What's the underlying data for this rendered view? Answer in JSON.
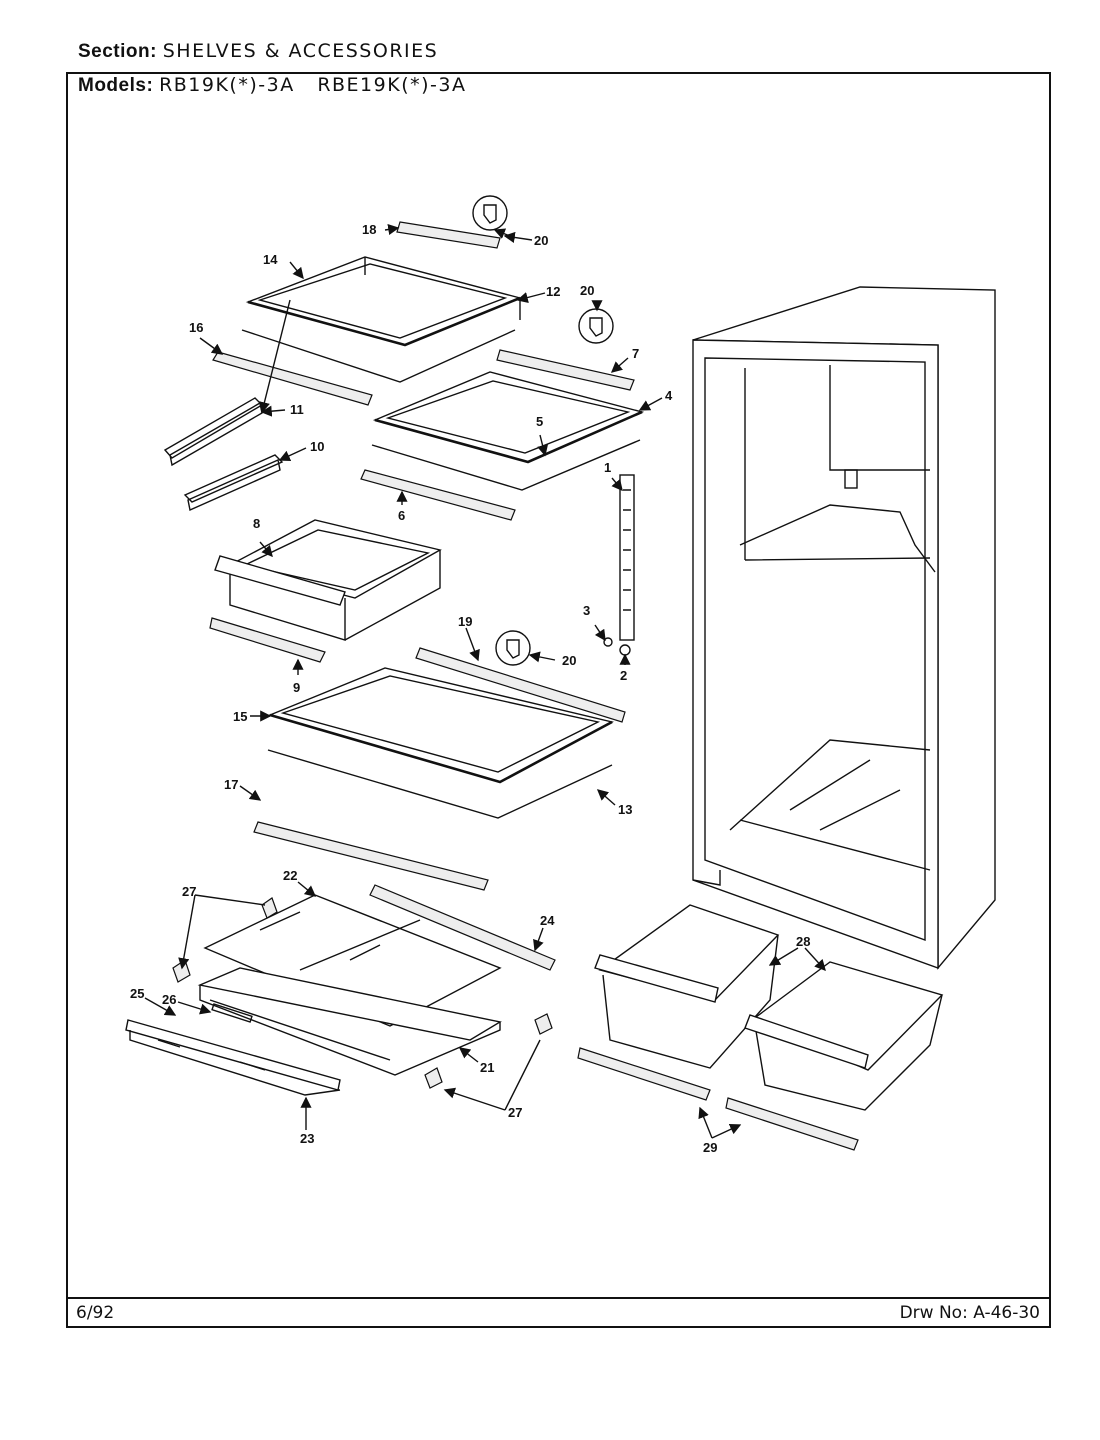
{
  "header": {
    "section_label": "Section:",
    "section_value": "SHELVES & ACCESSORIES",
    "models_label": "Models:",
    "models_value": "RB19K(*)-3A   RBE19K(*)-3A"
  },
  "footer": {
    "date": "6/92",
    "drawing_number": "Drw No: A-46-30"
  },
  "callouts": {
    "c1": "1",
    "c2": "2",
    "c3": "3",
    "c4": "4",
    "c5": "5",
    "c6": "6",
    "c7": "7",
    "c8": "8",
    "c9": "9",
    "c10": "10",
    "c11": "11",
    "c12": "12",
    "c13": "13",
    "c14": "14",
    "c15": "15",
    "c16": "16",
    "c17": "17",
    "c18": "18",
    "c19": "19",
    "c20a": "20",
    "c20b": "20",
    "c20c": "20",
    "c21": "21",
    "c22": "22",
    "c23": "23",
    "c24": "24",
    "c25": "25",
    "c26": "26",
    "c27a": "27",
    "c27b": "27",
    "c28": "28",
    "c29": "29"
  }
}
